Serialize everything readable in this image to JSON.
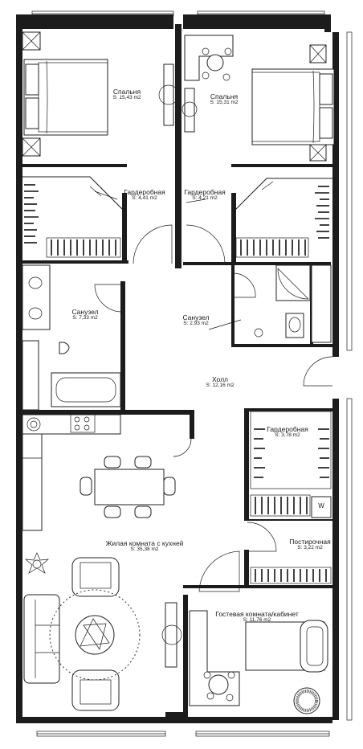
{
  "plan": {
    "rooms": [
      {
        "id": "bedroom-left",
        "name": "Спальня",
        "area": "S: 15,43 m2"
      },
      {
        "id": "bedroom-right",
        "name": "Спальня",
        "area": "S: 15,31 m2"
      },
      {
        "id": "wardrobe-left",
        "name": "Гардеробная",
        "area": "S: 4,41 m2"
      },
      {
        "id": "wardrobe-right",
        "name": "Гардеробная",
        "area": "S: 4,21 m2"
      },
      {
        "id": "bathroom-large",
        "name": "Санузел",
        "area": "S: 7,33 m2"
      },
      {
        "id": "bathroom-small",
        "name": "Санузел",
        "area": "S: 2,93 m2"
      },
      {
        "id": "hall",
        "name": "Холл",
        "area": "S: 12,16 m2"
      },
      {
        "id": "wardrobe-hall",
        "name": "Гардеробная",
        "area": "S: 3,78 m2"
      },
      {
        "id": "living-kitchen",
        "name": "Жилая комната с кухней",
        "area": "S: 35,38 m2"
      },
      {
        "id": "laundry",
        "name": "Постирочная",
        "area": "S: 3,22 m2"
      },
      {
        "id": "guest-office",
        "name": "Гостевая комната/кабинет",
        "area": "S: 11,76 m2"
      }
    ],
    "appliance_labels": {
      "washer": "W"
    }
  }
}
